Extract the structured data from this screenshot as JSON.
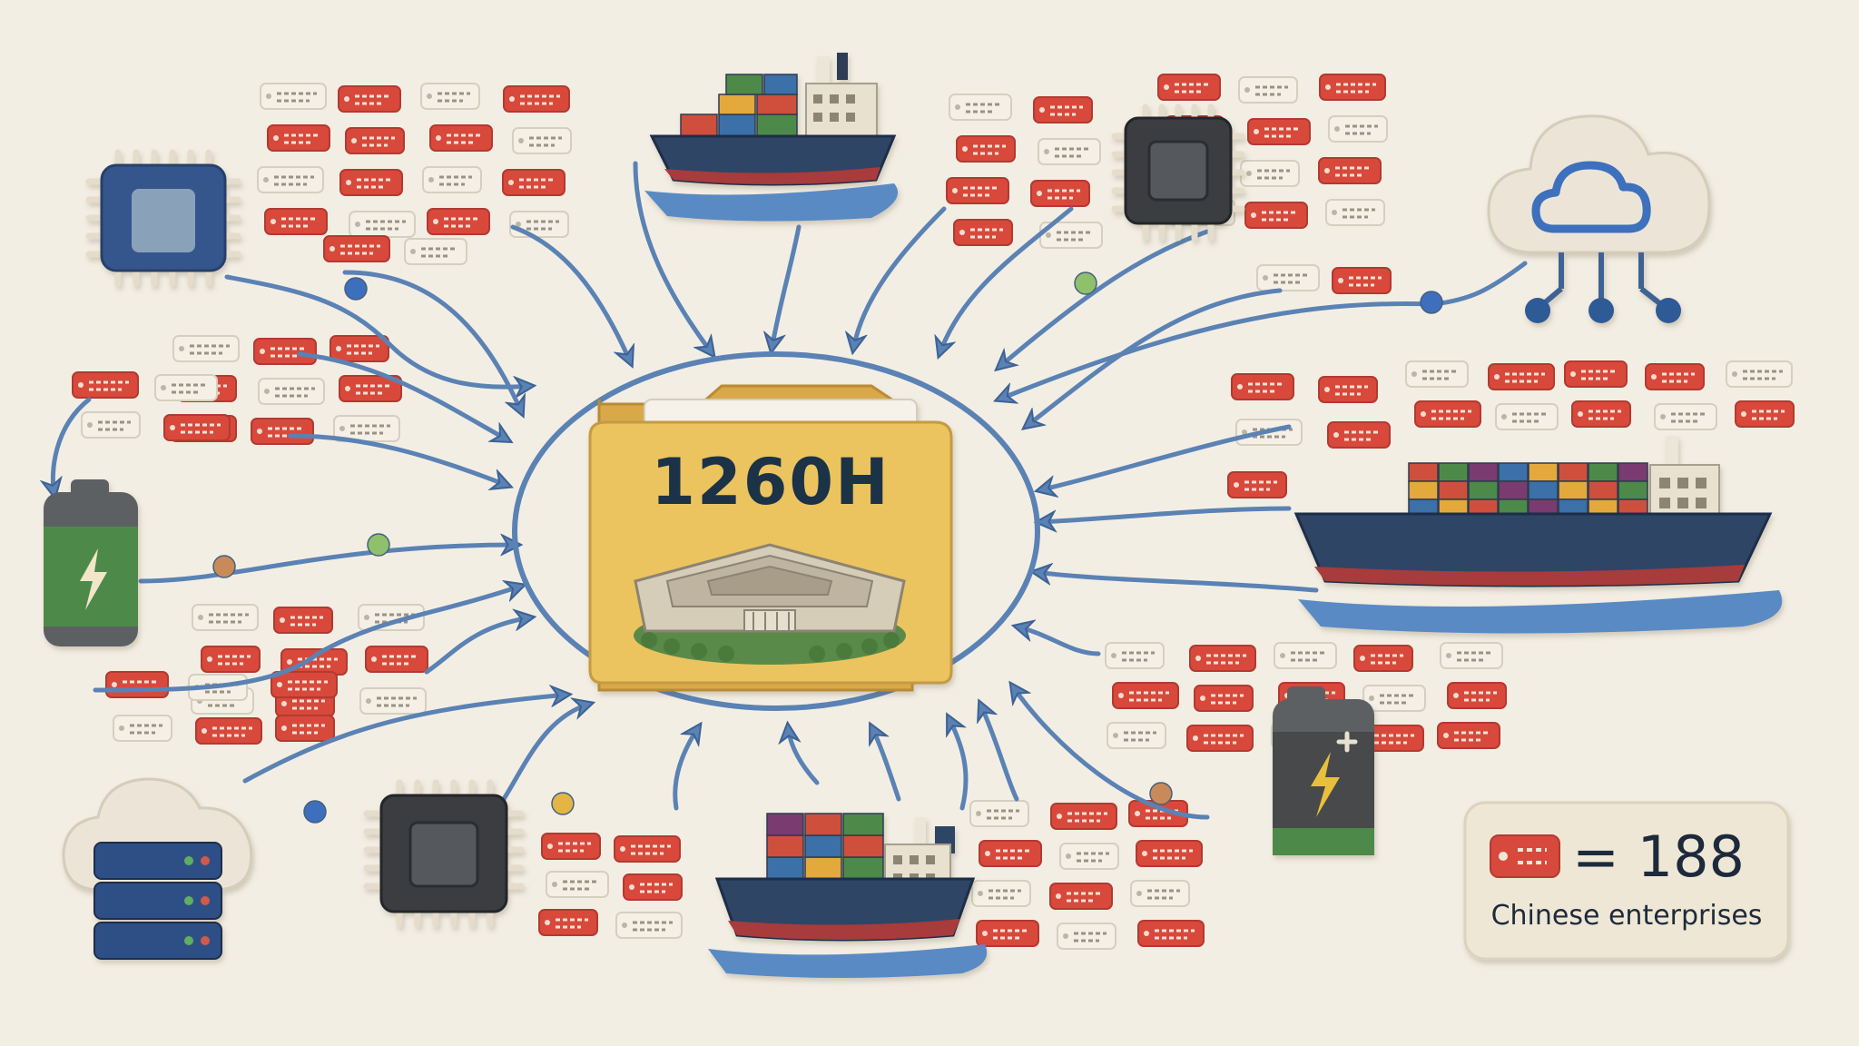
{
  "hub": {
    "title": "1260H"
  },
  "legend": {
    "value": "= 188",
    "caption": "Chinese enterprises"
  },
  "colors": {
    "background": "#f3eee4",
    "tag_red": "#d8493c",
    "tag_white": "#f4f0e6",
    "line_blue": "#5a82b4",
    "folder_yellow": "#ebc45e",
    "navy": "#2f4466",
    "battery_green": "#4e8a4a"
  },
  "icons": [
    "chip-icon-blue",
    "container-ship-icon-top",
    "chip-icon-dark-top",
    "cloud-network-icon",
    "battery-icon-left",
    "container-ship-icon-right",
    "cloud-server-icon",
    "chip-icon-dark-bottom",
    "container-ship-icon-bottom",
    "battery-icon-right",
    "pentagon-building-icon",
    "folder-icon"
  ]
}
